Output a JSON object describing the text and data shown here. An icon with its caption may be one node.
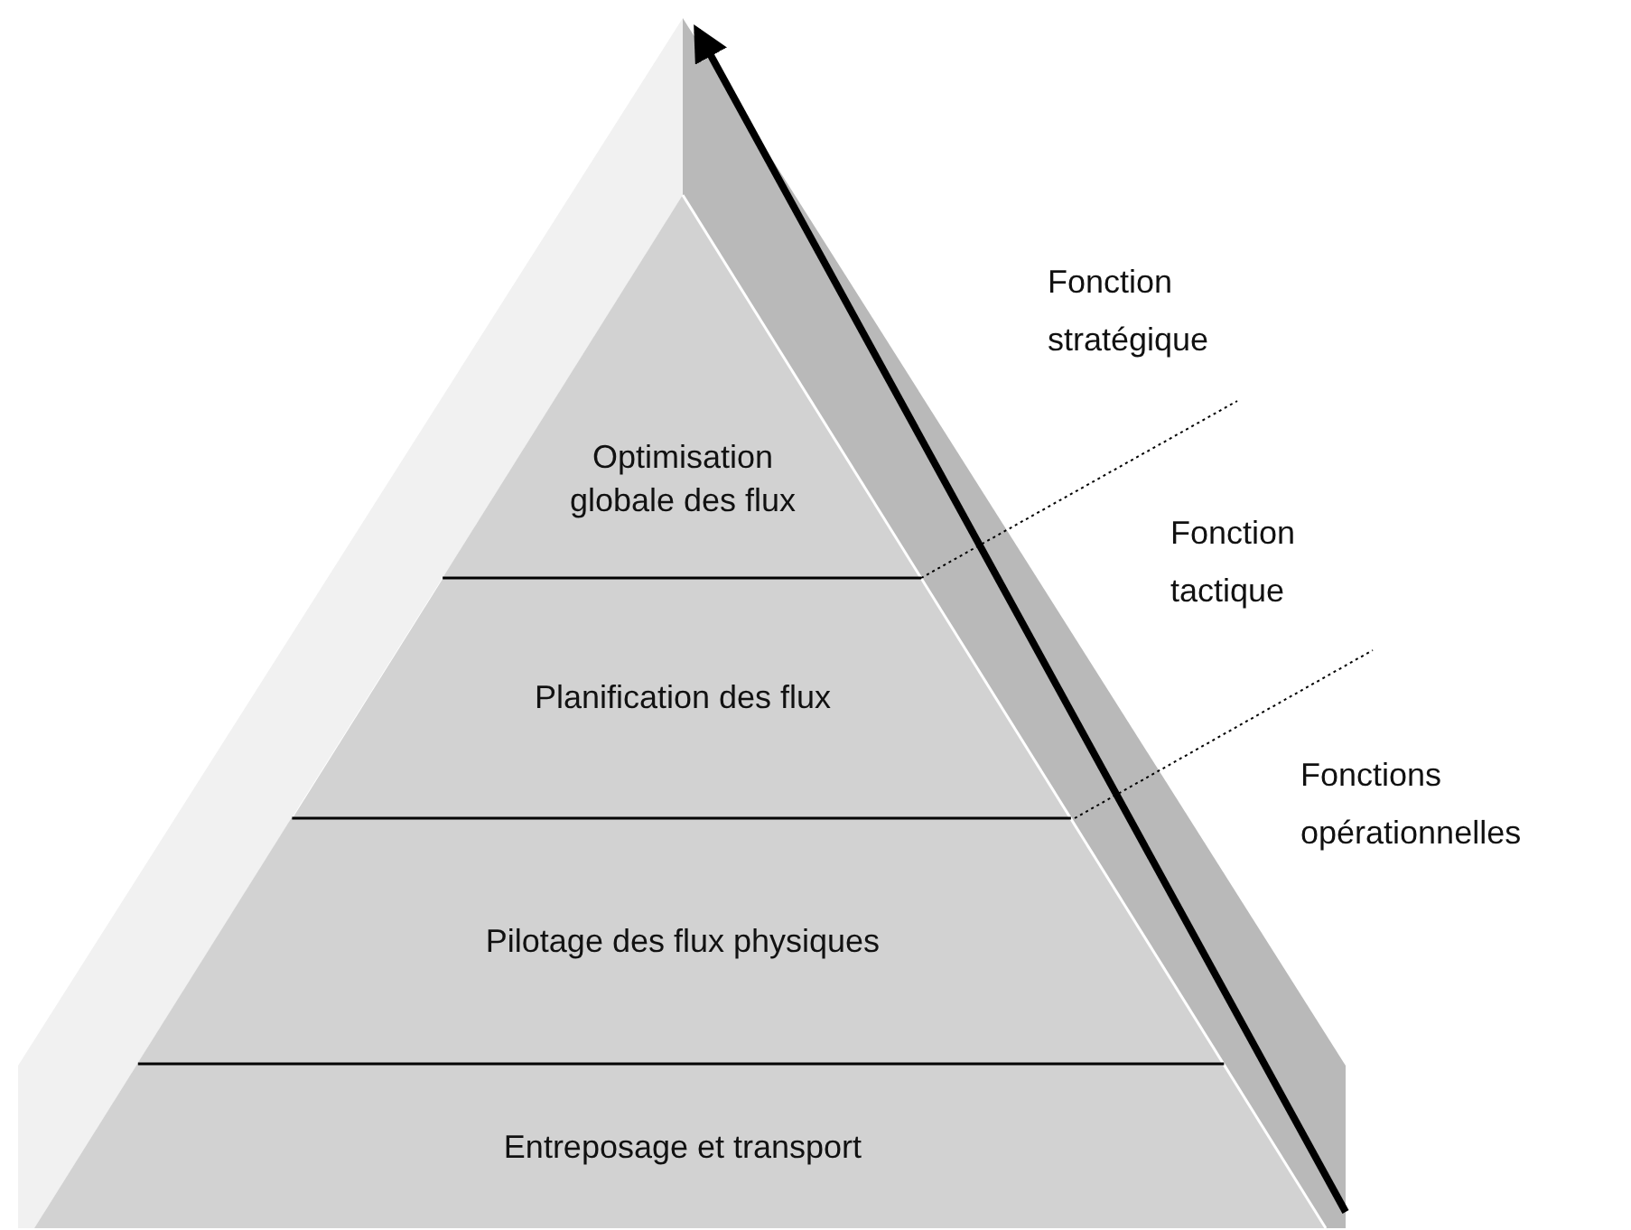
{
  "diagram": {
    "nodes": [
      {
        "text": [
          "Optimisation globale des flux"
        ]
      },
      {
        "text": [
          "Planification des flux"
        ]
      },
      {
        "text": [
          "Pilotage des flux physiques"
        ]
      },
      {
        "text": [
          "Entreposage et transport"
        ]
      }
    ],
    "labels": [
      "Fonction stratégique",
      "Fonction tactique",
      "Fonctions opérationnelles"
    ]
  }
}
